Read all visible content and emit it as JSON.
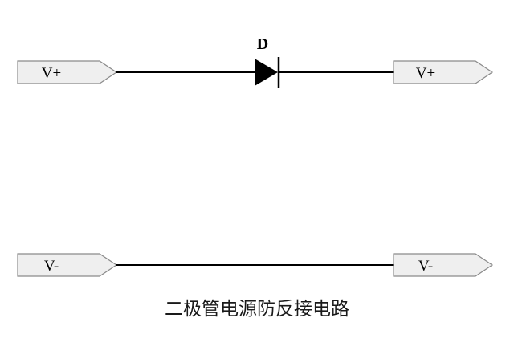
{
  "diagram": {
    "caption": "二极管电源防反接电路",
    "diode": {
      "label": "D"
    },
    "ports": {
      "top_left": "V+",
      "top_right": "V+",
      "bottom_left": "V-",
      "bottom_right": "V-"
    },
    "colors": {
      "background": "#ffffff",
      "wire": "#000000",
      "port_fill": "#efefef",
      "port_stroke": "#8a8a8a",
      "diode_fill": "#000000"
    }
  }
}
